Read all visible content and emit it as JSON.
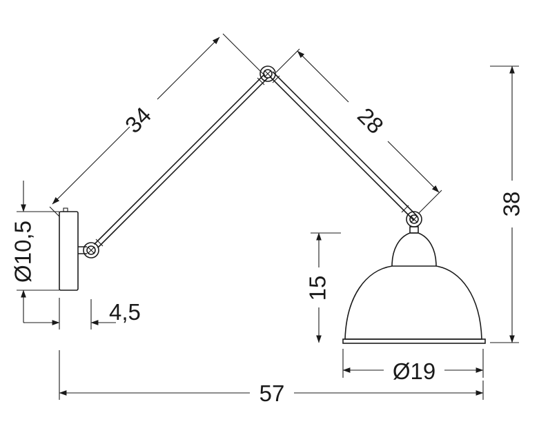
{
  "dimensions": {
    "upper_arm": "34",
    "lower_arm": "28",
    "total_height": "38",
    "base_diameter": "Ø10,5",
    "base_depth": "4,5",
    "shade_height": "15",
    "shade_diameter": "Ø19",
    "total_length": "57"
  },
  "colors": {
    "line": "#1a1a1a",
    "background": "#ffffff"
  }
}
